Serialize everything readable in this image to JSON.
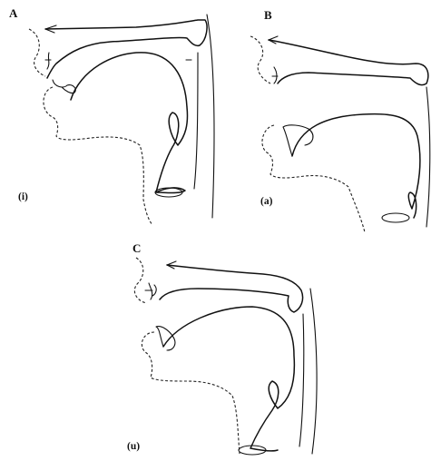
{
  "panels": [
    {
      "letter": "A",
      "caption": "(i)"
    },
    {
      "letter": "B",
      "caption": "(a)"
    },
    {
      "letter": "C",
      "caption": "(u)"
    }
  ]
}
